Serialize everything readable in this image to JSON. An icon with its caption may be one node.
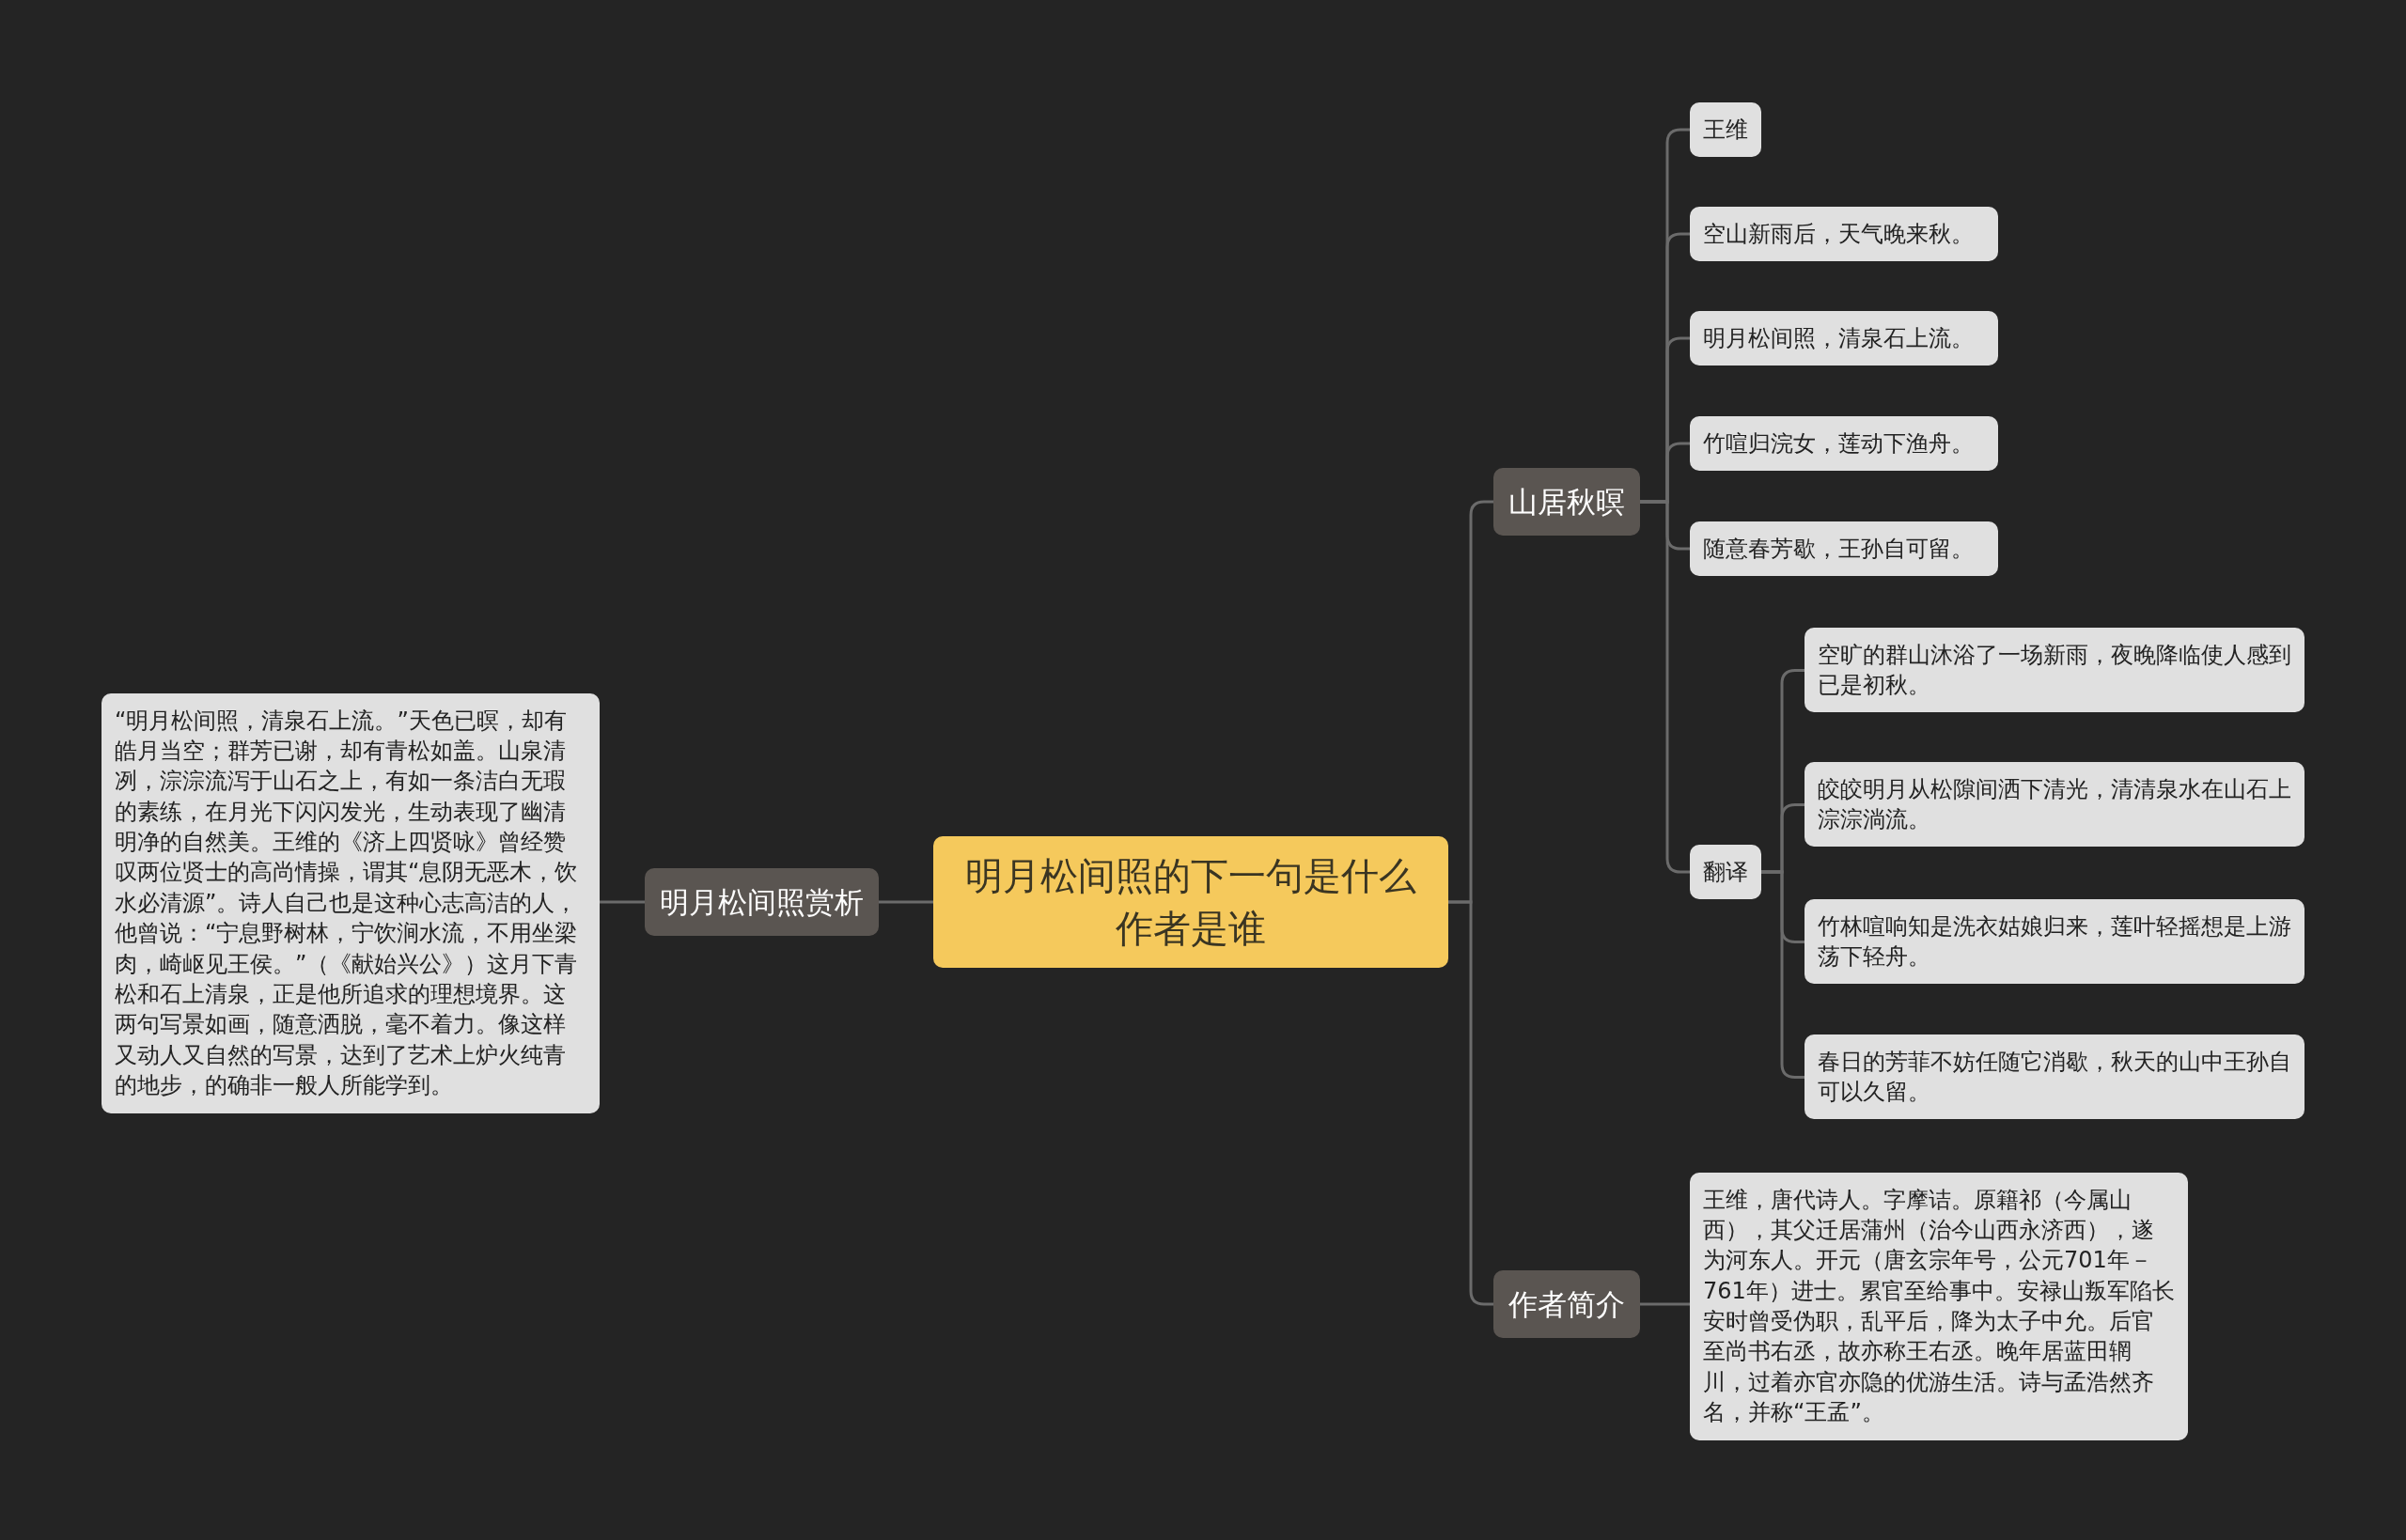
{
  "diagram": {
    "nodes": [
      {
        "text": [
          "明月松间照的下一句是什么作者是谁"
        ]
      },
      {
        "text": [
          "山居秋暝"
        ]
      },
      {
        "text": [
          "王维"
        ]
      },
      {
        "text": [
          "空山新雨后，天气晚来秋。"
        ]
      },
      {
        "text": [
          "明月松间照，清泉石上流。"
        ]
      },
      {
        "text": [
          "竹喧归浣女，莲动下渔舟。"
        ]
      },
      {
        "text": [
          "随意春芳歇，王孙自可留。"
        ]
      },
      {
        "text": [
          "翻译"
        ]
      },
      {
        "text": [
          "空旷的群山沐浴了一场新雨，夜晚降临使人感到已是初秋。"
        ]
      },
      {
        "text": [
          "皎皎明月从松隙间洒下清光，清清泉水在山石上淙淙淌流。"
        ]
      },
      {
        "text": [
          "竹林喧响知是洗衣姑娘归来，莲叶轻摇想是上游荡下轻舟。"
        ]
      },
      {
        "text": [
          "春日的芳菲不妨任随它消歇，秋天的山中王孙自可以久留。"
        ]
      },
      {
        "text": [
          "作者简介"
        ]
      },
      {
        "text": [
          "王维，唐代诗人。字摩诘。原籍祁（今属山西），其父迁居蒲州（治今山西永济西），遂为河东人。开元（唐玄宗年号，公元701年－761年）进士。累官至给事中。安禄山叛军陷长安时曾受伪职，乱平后，降为太子中允。后官至尚书右丞，故亦称王右丞。晚年居蓝田辋川，过着亦官亦隐的优游生活。诗与孟浩然齐名，并称“王孟”。"
        ]
      },
      {
        "text": [
          "明月松间照赏析"
        ]
      },
      {
        "text": [
          "“明月松间照，清泉石上流。”天色已暝，却有皓月当空；群芳已谢，却有青松如盖。山泉清冽，淙淙流泻于山石之上，有如一条洁白无瑕的素练，在月光下闪闪发光，生动表现了幽清明净的自然美。王维的《济上四贤咏》曾经赞叹两位贤士的高尚情操，谓其“息阴无恶木，饮水必清源”。诗人自己也是这种心志高洁的人，他曾说：“宁息野树林，宁饮涧水流，不用坐梁肉，崎岖见王侯。”（《献始兴公》）这月下青松和石上清泉，正是他所追求的理想境界。这两句写景如画，随意洒脱，毫不着力。像这样又动人又自然的写景，达到了艺术上炉火纯青的地步，的确非一般人所能学到。"
        ]
      }
    ],
    "edges": [
      {
        "from": 0,
        "to": 1,
        "arrow": "none"
      },
      {
        "from": 1,
        "to": 2,
        "arrow": "none"
      },
      {
        "from": 1,
        "to": 3,
        "arrow": "none"
      },
      {
        "from": 1,
        "to": 4,
        "arrow": "none"
      },
      {
        "from": 1,
        "to": 5,
        "arrow": "none"
      },
      {
        "from": 1,
        "to": 6,
        "arrow": "none"
      },
      {
        "from": 1,
        "to": 7,
        "arrow": "none"
      },
      {
        "from": 7,
        "to": 8,
        "arrow": "none"
      },
      {
        "from": 7,
        "to": 9,
        "arrow": "none"
      },
      {
        "from": 7,
        "to": 10,
        "arrow": "none"
      },
      {
        "from": 7,
        "to": 11,
        "arrow": "none"
      },
      {
        "from": 0,
        "to": 12,
        "arrow": "none"
      },
      {
        "from": 12,
        "to": 13,
        "arrow": "none"
      },
      {
        "from": 0,
        "to": 14,
        "arrow": "none"
      },
      {
        "from": 14,
        "to": 15,
        "arrow": "none"
      }
    ]
  }
}
